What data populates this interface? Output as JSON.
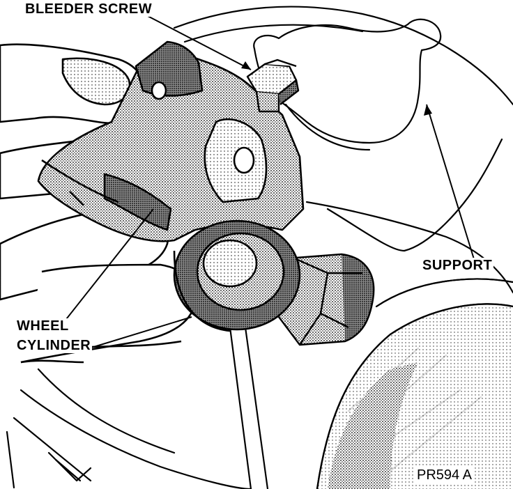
{
  "figure": {
    "labels": {
      "bleeder_screw": "BLEEDER SCREW",
      "support": "SUPPORT",
      "wheel": "WHEEL",
      "cylinder": "CYLINDER",
      "figure_id": "PR594 A"
    }
  },
  "colors": {
    "ink": "#000000",
    "paper": "#ffffff",
    "shade": "#9a9a9a"
  }
}
